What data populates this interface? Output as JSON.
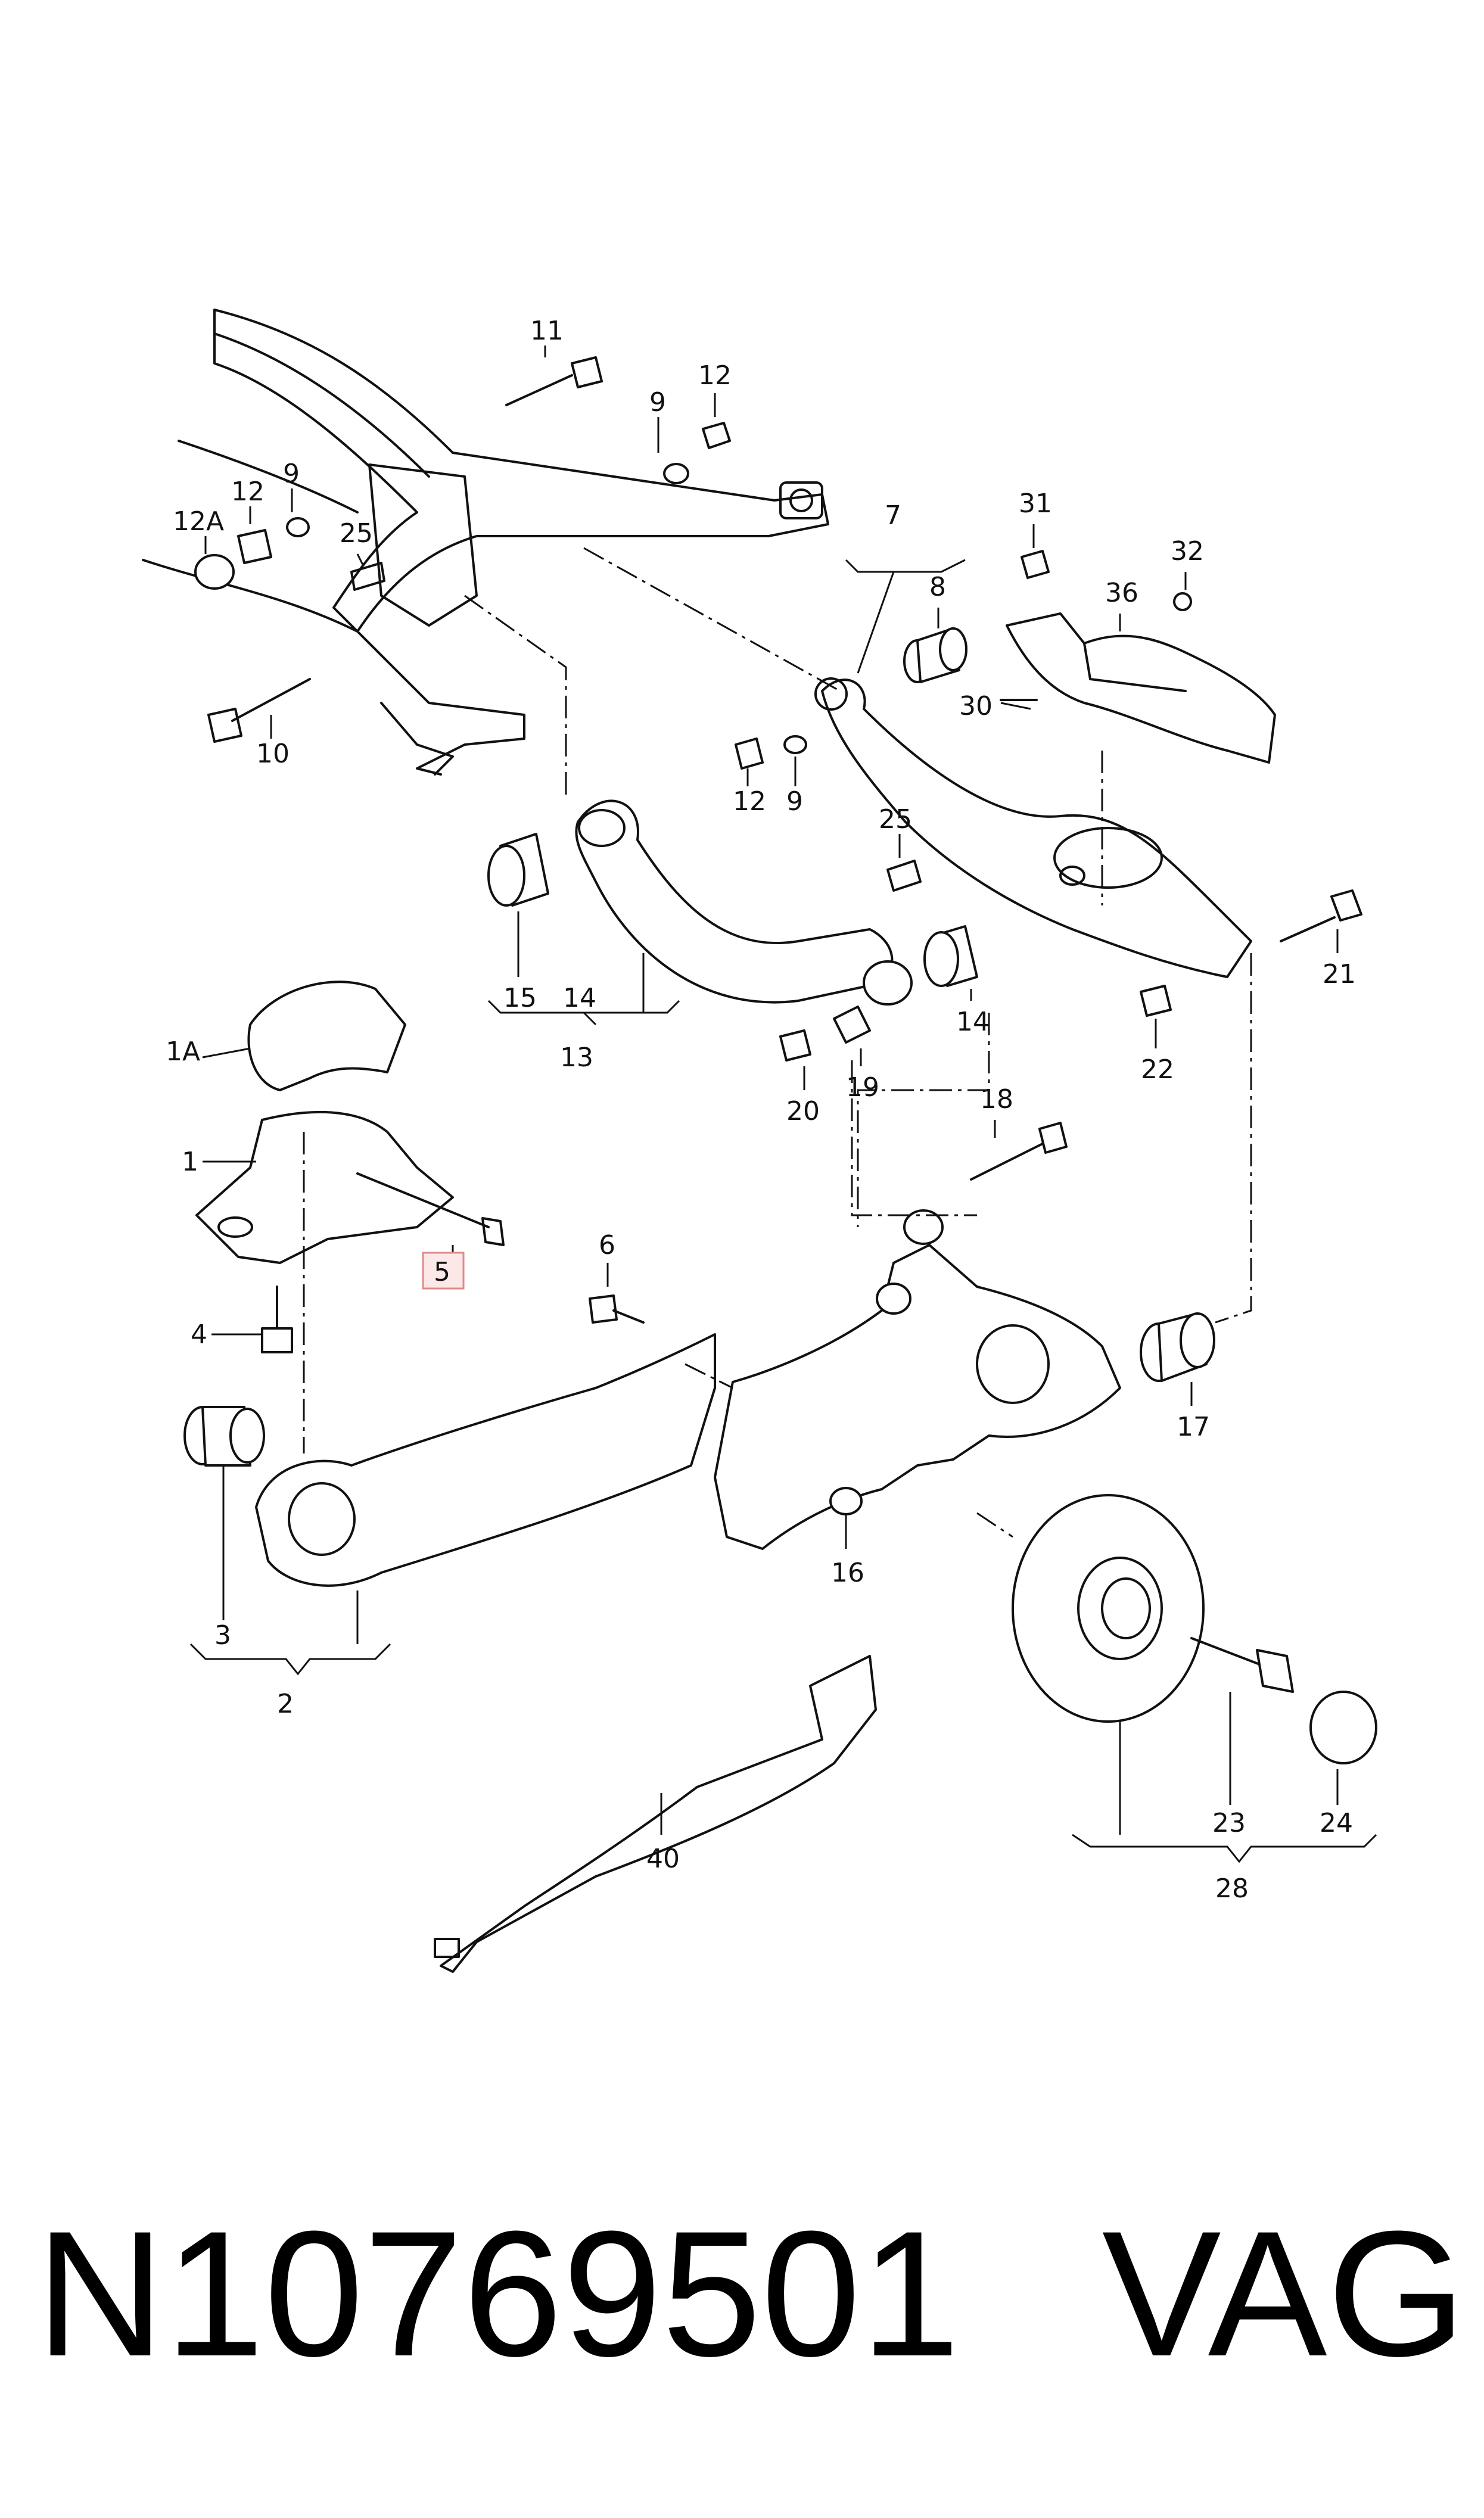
{
  "callouts": {
    "c1": "1",
    "c1A": "1A",
    "c2": "2",
    "c3": "3",
    "c4": "4",
    "c5": "5",
    "c6": "6",
    "c7": "7",
    "c8": "8",
    "c9a": "9",
    "c9b": "9",
    "c9c": "9",
    "c10": "10",
    "c11": "11",
    "c12a": "12",
    "c12b": "12",
    "c12c": "12",
    "c12A": "12A",
    "c13": "13",
    "c14a": "14",
    "c14b": "14",
    "c15": "15",
    "c16": "16",
    "c17": "17",
    "c18": "18",
    "c19": "19",
    "c20": "20",
    "c21": "21",
    "c22": "22",
    "c23": "23",
    "c24": "24",
    "c25a": "25",
    "c25b": "25",
    "c28": "28",
    "c30": "30",
    "c31": "31",
    "c32": "32",
    "c36": "36",
    "c40": "40"
  },
  "highlighted_callout": "5",
  "highlight_color": "#fde8e8",
  "footer": {
    "part_number": "N10769501",
    "brand": "VAG"
  }
}
